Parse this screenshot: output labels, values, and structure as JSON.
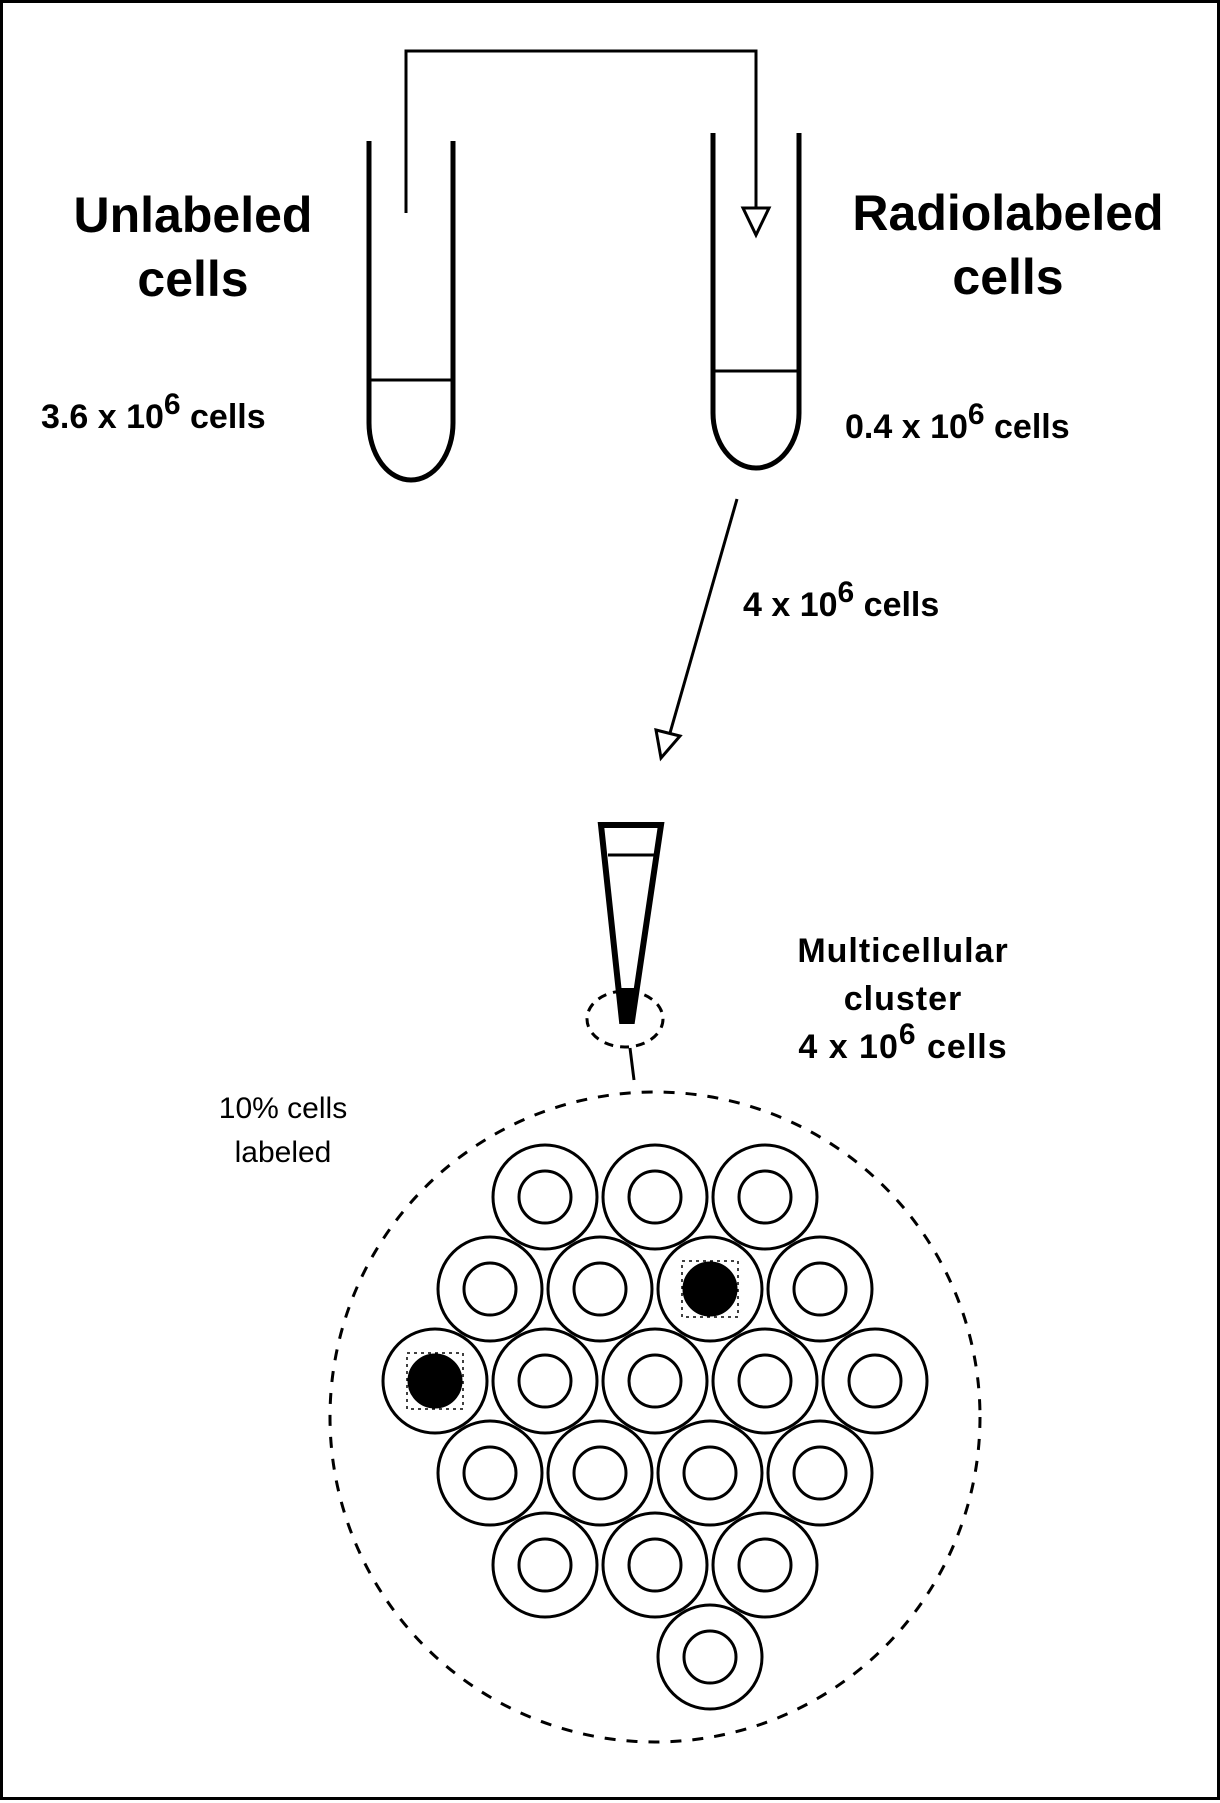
{
  "labels": {
    "unlabeled_line1": "Unlabeled",
    "unlabeled_line2": "cells",
    "radiolabeled_line1": "Radiolabeled",
    "radiolabeled_line2": "cells",
    "unlabeled_count": {
      "prefix": "3.6 x 10",
      "exp": "6",
      "unit": " cells"
    },
    "radiolabeled_count": {
      "prefix": "0.4 x 10",
      "exp": "6",
      "unit": " cells"
    },
    "transfer_count": {
      "prefix": "4 x 10",
      "exp": "6",
      "unit": " cells"
    },
    "cluster_line1": "Multicellular",
    "cluster_line2": "cluster",
    "cluster_count": {
      "prefix": "4 x 10",
      "exp": "6",
      "unit": " cells"
    },
    "labeled_pct_line1": "10% cells",
    "labeled_pct_line2": "labeled"
  },
  "cluster": {
    "rows": [
      3,
      4,
      5,
      4,
      3,
      1
    ],
    "labeled": [
      [
        1,
        2
      ],
      [
        2,
        0
      ]
    ]
  },
  "colors": {
    "ink": "#000000",
    "background": "#ffffff"
  }
}
